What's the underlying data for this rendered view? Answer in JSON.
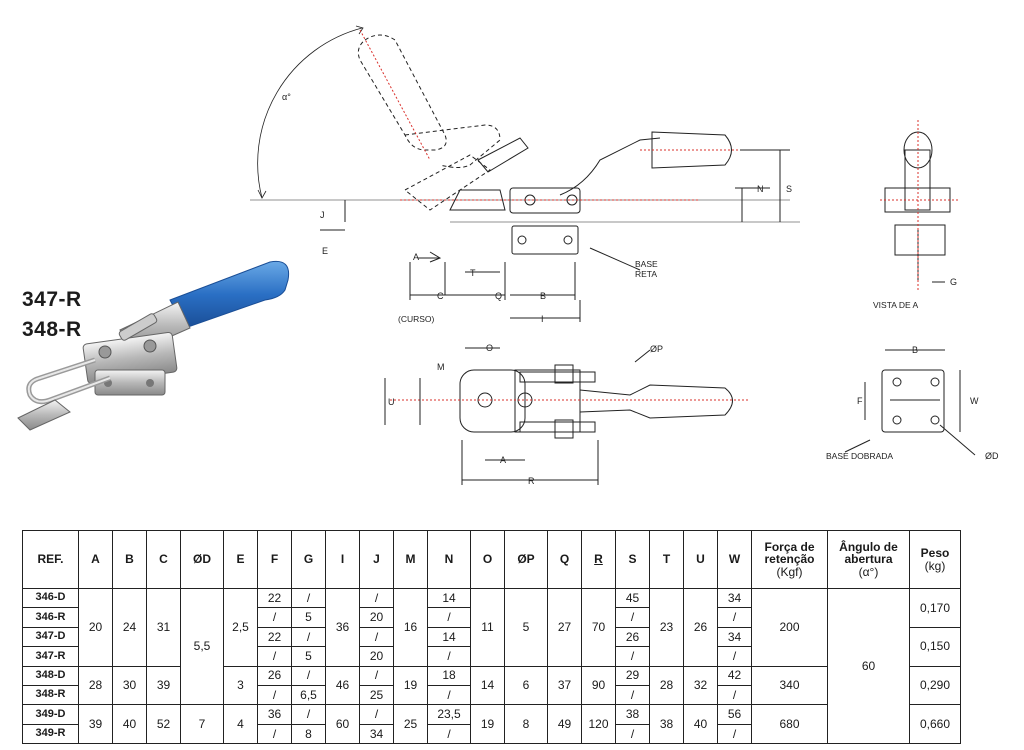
{
  "labels": {
    "model_1": "347-R",
    "model_2": "348-R"
  },
  "drawing_labels": {
    "alpha": "α°",
    "J": "J",
    "E": "E",
    "A": "A",
    "T": "T",
    "C": "C",
    "Q": "Q",
    "B": "B",
    "I": "I",
    "N": "N",
    "S": "S",
    "curso": "(CURSO)",
    "base_reta_1": "BASE",
    "base_reta_2": "RETA",
    "G": "G",
    "vista": "VISTA DE A",
    "O": "O",
    "M": "M",
    "U": "U",
    "P": "ØP",
    "R": "R",
    "A2": "A",
    "B2": "B",
    "F": "F",
    "W": "W",
    "D": "ØD",
    "base_dobrada": "BASE DOBRADA"
  },
  "table": {
    "headers": {
      "ref": "REF.",
      "A": "A",
      "B": "B",
      "C": "C",
      "D": "ØD",
      "E": "E",
      "F": "F",
      "G": "G",
      "I": "I",
      "J": "J",
      "M": "M",
      "N": "N",
      "O": "O",
      "P": "ØP",
      "Q": "Q",
      "R": "R",
      "S": "S",
      "T": "T",
      "U": "U",
      "W": "W",
      "forca_1": "Força de",
      "forca_2": "retenção",
      "forca_3": "(Kgf)",
      "angulo_1": "Ângulo de",
      "angulo_2": "abertura",
      "angulo_3": "(α°)",
      "peso_1": "Peso",
      "peso_2": "(kg)"
    },
    "refs": [
      "346-D",
      "346-R",
      "347-D",
      "347-R",
      "348-D",
      "348-R",
      "349-D",
      "349-R"
    ],
    "g1": {
      "A": "20",
      "B": "24",
      "C": "31",
      "I": "36",
      "M": "16",
      "O": "11",
      "P": "5",
      "Q": "27",
      "R": "70",
      "T": "23",
      "U": "26"
    },
    "g1_E": "2,5",
    "g12_D": "5,5",
    "g2": {
      "A": "28",
      "B": "30",
      "C": "39",
      "E": "3",
      "I": "46",
      "M": "19",
      "O": "14",
      "P": "6",
      "Q": "37",
      "R": "90",
      "T": "28",
      "U": "32",
      "forca": "340",
      "peso": "0,290"
    },
    "g3": {
      "A": "39",
      "B": "40",
      "C": "52",
      "D": "7",
      "E": "4",
      "I": "60",
      "M": "25",
      "O": "19",
      "P": "8",
      "Q": "49",
      "R": "120",
      "T": "38",
      "U": "40",
      "forca": "680",
      "peso": "0,660"
    },
    "F": [
      "22",
      "/",
      "22",
      "/",
      "26",
      "/",
      "36",
      "/"
    ],
    "G": [
      "/",
      "5",
      "/",
      "5",
      "/",
      "6,5",
      "/",
      "8"
    ],
    "J": [
      "/",
      "20",
      "/",
      "20",
      "/",
      "25",
      "/",
      "34"
    ],
    "N": [
      "14",
      "/",
      "14",
      "/",
      "18",
      "/",
      "23,5",
      "/"
    ],
    "S": [
      "45",
      "/",
      "26",
      "/",
      "29",
      "/",
      "38",
      "/"
    ],
    "W": [
      "34",
      "/",
      "34",
      "/",
      "42",
      "/",
      "56",
      "/"
    ],
    "forca_g1": "200",
    "angulo": "60",
    "peso_346": "0,170",
    "peso_347": "0,150"
  }
}
